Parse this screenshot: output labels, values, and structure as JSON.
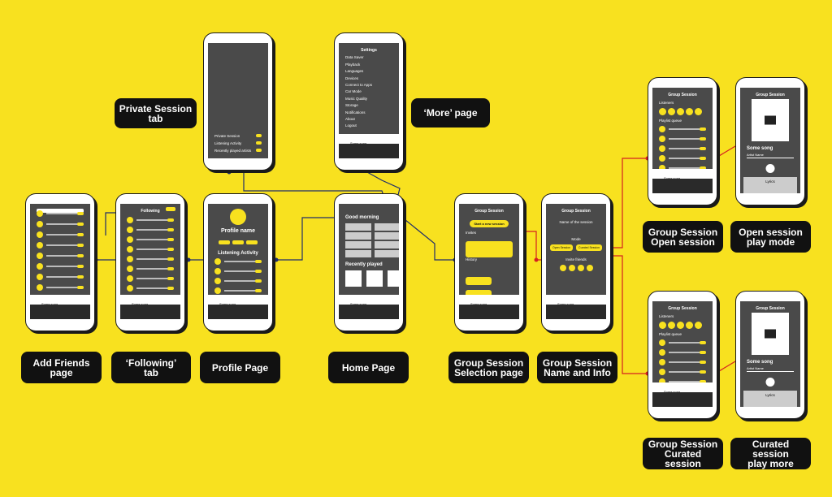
{
  "labels": {
    "private_session": "Private Session\ntab",
    "more_page": "‘More’ page",
    "add_friends": "Add Friends\npage",
    "following_tab": "‘Following’\ntab",
    "profile_page": "Profile Page",
    "home_page": "Home Page",
    "group_selection": "Group Session\nSelection page",
    "group_name_info": "Group Session\nName and Info",
    "group_open": "Group Session\nOpen session",
    "open_play": "Open session\nplay mode",
    "group_curated": "Group Session\nCurated session",
    "curated_play": "Curated session\nplay more"
  },
  "screens": {
    "private": {
      "items": [
        "Private Session",
        "Listening Activity",
        "Recently played artists"
      ]
    },
    "more": {
      "title": "Settings",
      "items": [
        "Data Saver",
        "Playback",
        "Languages",
        "Devices",
        "Connect to Apps",
        "Car Mode",
        "Music Quality",
        "Storage",
        "Notifications",
        "About",
        "Logout"
      ]
    },
    "following": {
      "title": "Following"
    },
    "profile": {
      "name": "Profile name",
      "section": "Listening Activity"
    },
    "home": {
      "greeting": "Good morning",
      "recent": "Recently played"
    },
    "group_select": {
      "title": "Group Session",
      "cta": "Start a new session",
      "invites": "Invites",
      "history": "History"
    },
    "group_info": {
      "title": "Group Session",
      "name": "Name of the session",
      "mode": "Mode",
      "invite": "Invite friends",
      "open": "Open Session",
      "curated": "Curated Session"
    },
    "group_open": {
      "title": "Group Session",
      "listeners": "Listeners",
      "queue": "Playlist queue"
    },
    "group_curated": {
      "title": "Group Session",
      "listeners": "Listeners",
      "queue": "Playlist queue"
    },
    "open_play": {
      "title": "Group Session",
      "song": "Some song",
      "artist": "Artist Name",
      "lyrics": "Lyrics"
    },
    "curated_play": {
      "title": "Group Session",
      "song": "Some song",
      "artist": "Artist Name",
      "lyrics": "Lyrics"
    },
    "player_song": "Some song"
  },
  "colors": {
    "background": "#f8e11f",
    "screen": "#4a4a4a",
    "accent": "#f8e11f",
    "connector_blue": "#1f2d6b",
    "connector_red": "#d42020"
  }
}
